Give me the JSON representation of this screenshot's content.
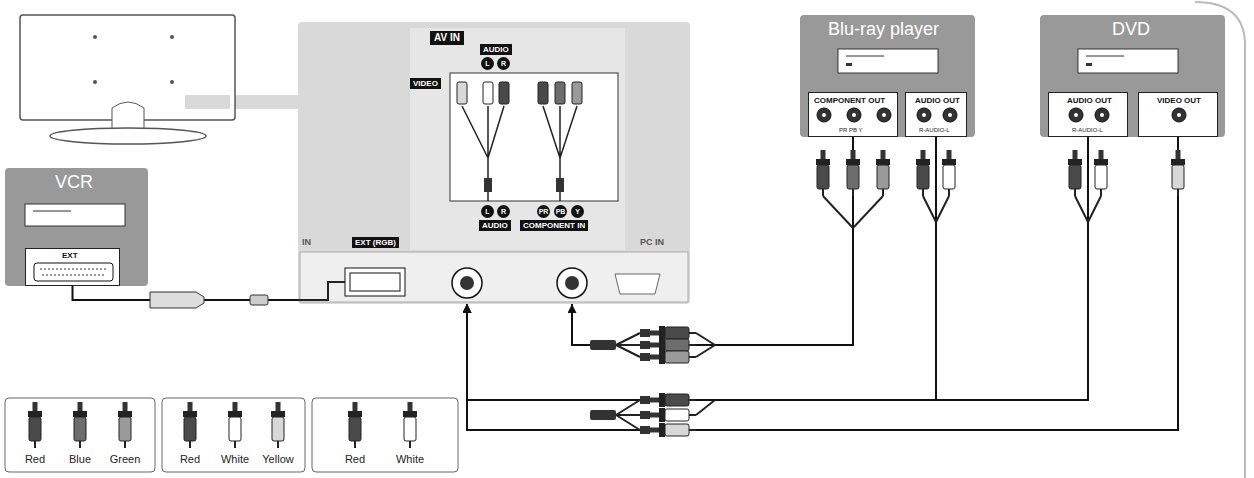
{
  "diagram": {
    "nodes": [
      {
        "text": [
          "VCR"
        ]
      },
      {
        "text": [
          "EXT"
        ],
        "in": 0
      },
      {
        "text": [
          "EXT (RGB)"
        ]
      },
      {
        "text": [
          "AV IN",
          "COMPONENT IN"
        ],
        "in": 2
      },
      {
        "text": [
          "Blu-ray player"
        ]
      },
      {
        "text": [
          "COMPONENT OUT",
          "PR PB Y"
        ],
        "in": 4
      },
      {
        "text": [
          "AUDIO OUT",
          "R-AUDIO-L"
        ],
        "in": 4
      },
      {
        "text": [
          "DVD"
        ]
      },
      {
        "text": [
          "AUDIO OUT",
          "R-AUDIO-L"
        ],
        "in": 7
      },
      {
        "text": [
          "VIDEO OUT"
        ],
        "in": 7
      }
    ],
    "edges": [
      {
        "from": 5,
        "to": 2,
        "arrow": "to"
      },
      {
        "from": 6,
        "to": 2,
        "arrow": "to"
      },
      {
        "from": 8,
        "to": 2,
        "arrow": "to"
      },
      {
        "from": 9,
        "to": 2,
        "arrow": "to"
      },
      {
        "from": 1,
        "to": 2,
        "arrow": "none"
      }
    ],
    "labels": [
      "IN",
      "PC IN",
      "VIDEO",
      "AUDIO",
      "L",
      "R",
      "L",
      "R",
      "AUDIO",
      "PR",
      "PB",
      "Y"
    ],
    "legend": [
      {
        "text": "Red"
      },
      {
        "text": "Blue"
      },
      {
        "text": "Green"
      },
      {
        "text": "Red"
      },
      {
        "text": "White"
      },
      {
        "text": "Yellow"
      },
      {
        "text": "Red"
      },
      {
        "text": "White"
      }
    ]
  }
}
